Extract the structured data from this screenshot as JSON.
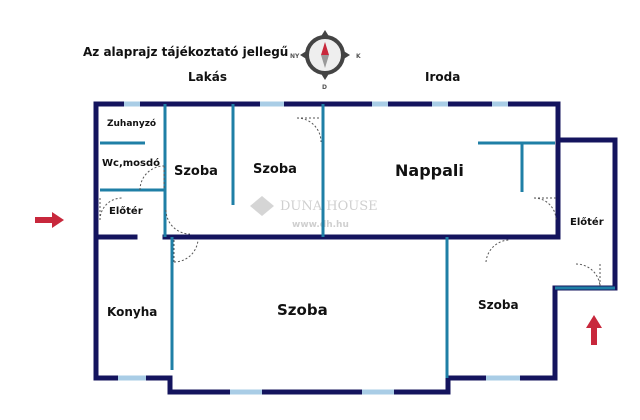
{
  "title": "Az alaprajz tájékoztató jellegű",
  "compass": {
    "west": "NY",
    "east": "K",
    "south": "D"
  },
  "sections": {
    "left": "Lakás",
    "right": "Iroda"
  },
  "rooms": {
    "zuhanyzo": "Zuhanyzó",
    "wc": "Wc,mosdó",
    "eloter_left": "Előtér",
    "szoba_small": "Szoba",
    "szoba_mid": "Szoba",
    "nappali": "Nappali",
    "eloter_right": "Előtér",
    "konyha": "Konyha",
    "szoba_big": "Szoba",
    "szoba_right": "Szoba"
  },
  "watermark": {
    "brand": "DUNA HOUSE",
    "url": "www.dh.hu"
  },
  "colors": {
    "wall": "#14145e",
    "inner_wall": "#1f7fa6",
    "window": "#a9cde6",
    "arrow": "#c8283c"
  }
}
